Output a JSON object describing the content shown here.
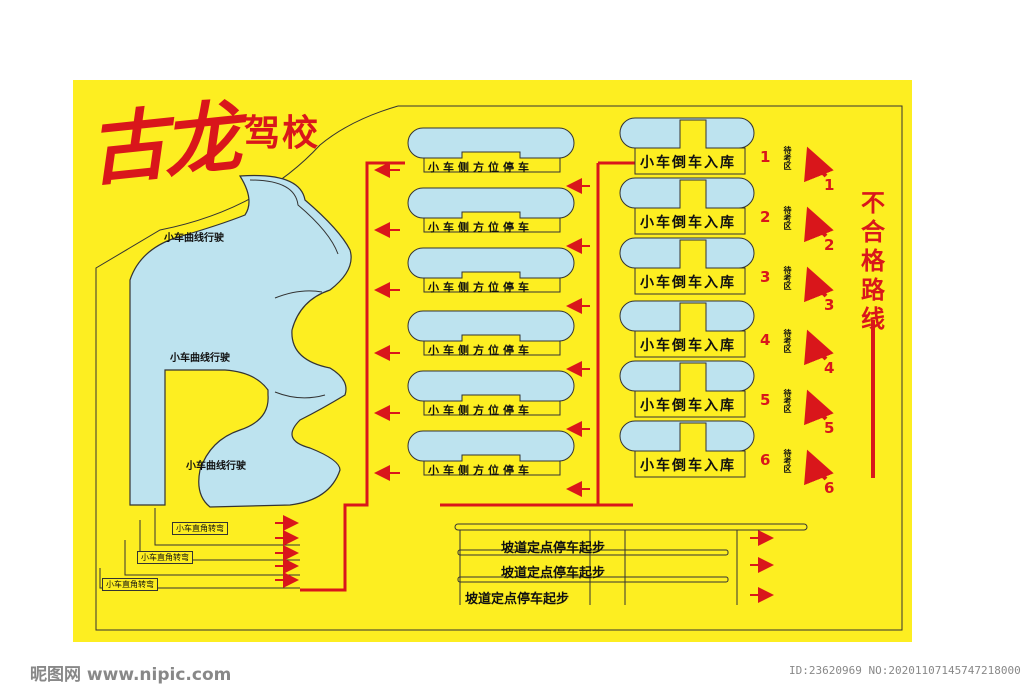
{
  "header": {
    "title_main": "古龙",
    "title_sub": "驾校"
  },
  "left_area": {
    "curve_labels": [
      "小车曲线行驶",
      "小车曲线行驶",
      "小车曲线行驶"
    ],
    "corner_labels": [
      "小车直角转弯",
      "小车直角转弯",
      "小车直角转弯"
    ]
  },
  "parking": {
    "label": "小车侧方位停车",
    "count": 6
  },
  "reversing": {
    "label": "小车倒车入库",
    "count": 6
  },
  "lanes": {
    "numbers": [
      "1",
      "2",
      "3",
      "4",
      "5",
      "6"
    ],
    "wait_label": "待考区",
    "arrow_numbers": [
      "1",
      "2",
      "3",
      "4",
      "5",
      "6"
    ]
  },
  "fail_route": {
    "label": "不合格路线"
  },
  "slope": {
    "labels": [
      "坡道定点停车起步",
      "坡道定点停车起步",
      "坡道定点停车起步"
    ]
  },
  "colors": {
    "board": "#fdee21",
    "route": "#d9161b",
    "water": "#bde3ef",
    "outline": "#333333"
  },
  "watermark": {
    "left": "昵图网 www.nipic.com",
    "right": "ID:23620969 NO:20201107145747218000"
  }
}
